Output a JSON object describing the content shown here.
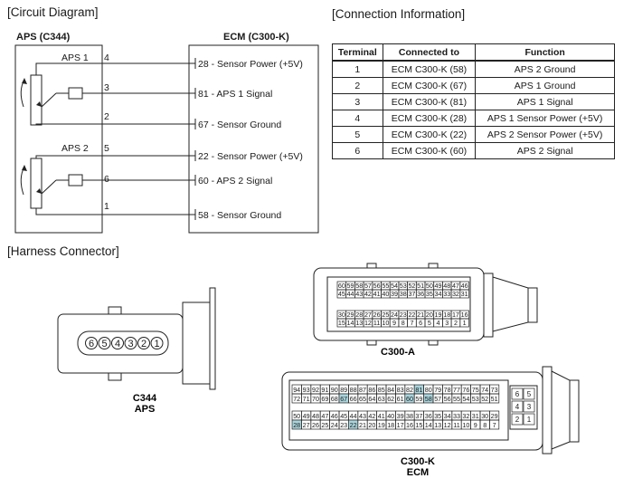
{
  "sections": {
    "circuit": "[Circuit Diagram]",
    "connection": "[Connection Information]",
    "harness": "[Harness Connector]"
  },
  "circuit": {
    "left_title": "APS (C344)",
    "right_title": "ECM (C300-K)",
    "sensors": [
      {
        "label": "APS 1",
        "pins": [
          "4",
          "3",
          "2"
        ]
      },
      {
        "label": "APS 2",
        "pins": [
          "5",
          "6",
          "1"
        ]
      }
    ],
    "ecm_lines": [
      "28 - Sensor Power (+5V)",
      "81 - APS 1 Signal",
      "67 - Sensor Ground",
      "22 - Sensor Power (+5V)",
      "60 - APS 2 Signal",
      "58 - Sensor Ground"
    ]
  },
  "table": {
    "headers": [
      "Terminal",
      "Connected to",
      "Function"
    ],
    "rows": [
      [
        "1",
        "ECM C300-K (58)",
        "APS 2 Ground"
      ],
      [
        "2",
        "ECM C300-K (67)",
        "APS 1 Ground"
      ],
      [
        "3",
        "ECM C300-K (81)",
        "APS 1 Signal"
      ],
      [
        "4",
        "ECM C300-K (28)",
        "APS 1 Sensor Power (+5V)"
      ],
      [
        "5",
        "ECM C300-K (22)",
        "APS 2 Sensor Power (+5V)"
      ],
      [
        "6",
        "ECM C300-K (60)",
        "APS 2 Signal"
      ]
    ]
  },
  "connectors": {
    "c344": {
      "pins": [
        "6",
        "5",
        "4",
        "3",
        "2",
        "1"
      ],
      "label1": "C344",
      "label2": "APS"
    },
    "c300a": {
      "rows": [
        [
          "60",
          "59",
          "58",
          "57",
          "56",
          "55",
          "54",
          "53",
          "52",
          "51",
          "50",
          "49",
          "48",
          "47",
          "46"
        ],
        [
          "45",
          "44",
          "43",
          "42",
          "41",
          "40",
          "39",
          "38",
          "37",
          "36",
          "35",
          "34",
          "33",
          "32",
          "31"
        ],
        [
          "30",
          "29",
          "28",
          "27",
          "26",
          "25",
          "24",
          "23",
          "22",
          "21",
          "20",
          "19",
          "18",
          "17",
          "16"
        ],
        [
          "15",
          "14",
          "13",
          "12",
          "11",
          "10",
          "9",
          "8",
          "7",
          "6",
          "5",
          "4",
          "3",
          "2",
          "1"
        ]
      ],
      "label": "C300-A"
    },
    "c300k": {
      "rows": [
        [
          "94",
          "93",
          "92",
          "91",
          "90",
          "89",
          "88",
          "87",
          "86",
          "85",
          "84",
          "83",
          "82",
          "81",
          "80",
          "79",
          "78",
          "77",
          "76",
          "75",
          "74",
          "73"
        ],
        [
          "72",
          "71",
          "70",
          "69",
          "68",
          "67",
          "66",
          "65",
          "64",
          "63",
          "62",
          "61",
          "60",
          "59",
          "58",
          "57",
          "56",
          "55",
          "54",
          "53",
          "52",
          "51"
        ],
        [
          "50",
          "49",
          "48",
          "47",
          "46",
          "45",
          "44",
          "43",
          "42",
          "41",
          "40",
          "39",
          "38",
          "37",
          "36",
          "35",
          "34",
          "33",
          "32",
          "31",
          "30",
          "29"
        ],
        [
          "28",
          "27",
          "26",
          "25",
          "24",
          "23",
          "22",
          "21",
          "20",
          "19",
          "18",
          "17",
          "16",
          "15",
          "14",
          "13",
          "12",
          "11",
          "10",
          "9",
          "8",
          "7"
        ]
      ],
      "side": [
        [
          "6",
          "5"
        ],
        [
          "4",
          "3"
        ],
        [
          "2",
          "1"
        ]
      ],
      "highlighted": [
        "81",
        "67",
        "60",
        "58",
        "28",
        "22"
      ],
      "highlight_color": "#a9d4dc",
      "label1": "C300-K",
      "label2": "ECM"
    }
  }
}
